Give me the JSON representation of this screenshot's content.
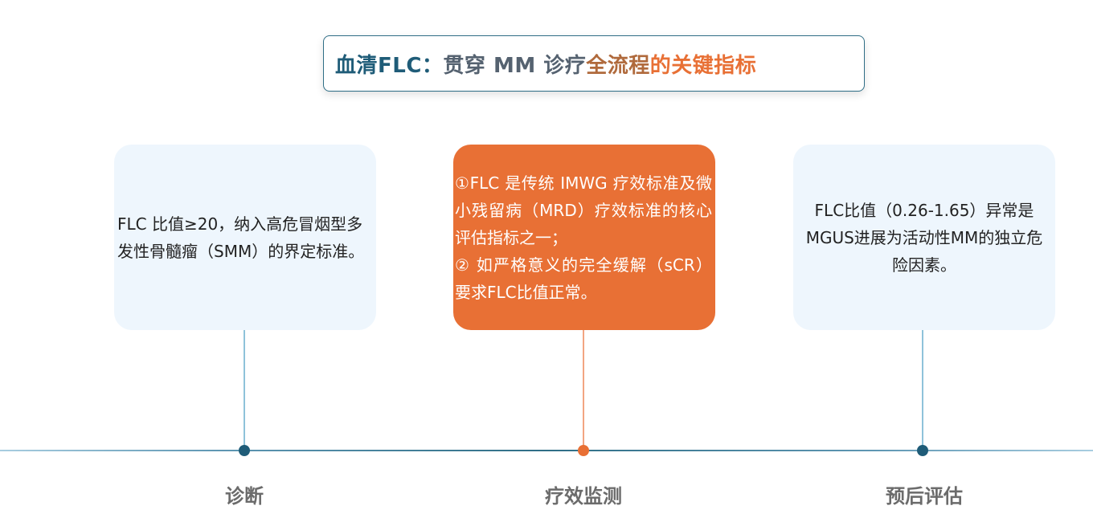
{
  "title": {
    "part1": "血清FLC：",
    "part2": "贯穿 MM 诊疗",
    "part3": "全流程",
    "part4": "的关键指标"
  },
  "colors": {
    "title_blue": "#1f5c78",
    "title_gray": "#556270",
    "accent_orange": "#e87035",
    "card_bg": "#eef6fd",
    "axis_dark": "#1f5c78"
  },
  "stages": [
    {
      "label": "诊断",
      "description": "FLC 比值≥20，纳入高危冒烟型多发性骨髓瘤（SMM）的界定标准。"
    },
    {
      "label": "疗效监测",
      "description_1": "①FLC 是传统 IMWG 疗效标准及微小残留病（MRD）疗效标准的核心评估指标之一；",
      "description_2": "② 如严格意义的完全缓解（sCR）要求FLC比值正常。"
    },
    {
      "label": "预后评估",
      "description": "FLC比值（0.26-1.65）异常是MGUS进展为活动性MM的独立危险因素。"
    }
  ]
}
